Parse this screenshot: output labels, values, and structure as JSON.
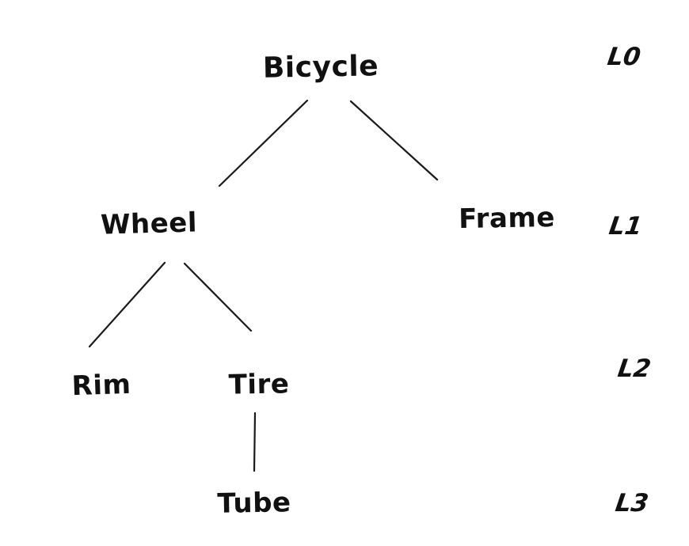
{
  "diagram": {
    "type": "tree",
    "style": "hand-drawn",
    "ink_color": "#1a1a1a",
    "background_color": "#ffffff",
    "nodes": [
      {
        "id": "bicycle",
        "label": "Bicycle",
        "level": 0
      },
      {
        "id": "wheel",
        "label": "Wheel",
        "level": 1
      },
      {
        "id": "frame",
        "label": "Frame",
        "level": 1
      },
      {
        "id": "rim",
        "label": "Rim",
        "level": 2
      },
      {
        "id": "tire",
        "label": "Tire",
        "level": 2
      },
      {
        "id": "tube",
        "label": "Tube",
        "level": 3
      }
    ],
    "edges": [
      {
        "from": "bicycle",
        "to": "wheel"
      },
      {
        "from": "bicycle",
        "to": "frame"
      },
      {
        "from": "wheel",
        "to": "rim"
      },
      {
        "from": "wheel",
        "to": "tire"
      },
      {
        "from": "tire",
        "to": "tube"
      }
    ],
    "level_labels": [
      {
        "label": "L0"
      },
      {
        "label": "L1"
      },
      {
        "label": "L2"
      },
      {
        "label": "L3"
      }
    ]
  }
}
